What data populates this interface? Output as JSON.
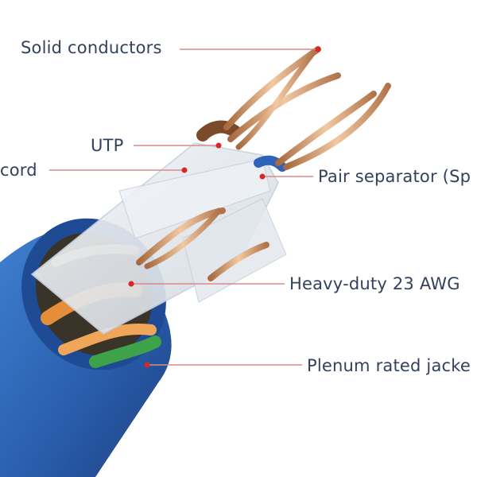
{
  "labels": {
    "solid_conductors": "Solid conductors",
    "utp": "UTP",
    "cord": "cord",
    "pair_separator": "Pair separator (Sp",
    "heavy_duty": "Heavy-duty 23 AWG",
    "plenum_jacket": "Plenum rated jacke"
  },
  "colors": {
    "label_text": "#33415c",
    "leader_line": "#d98a8a",
    "leader_dot": "#d62828",
    "jacket": "#2a5fae",
    "copper": "#c88a5c",
    "separator": "#e8ecf0"
  }
}
